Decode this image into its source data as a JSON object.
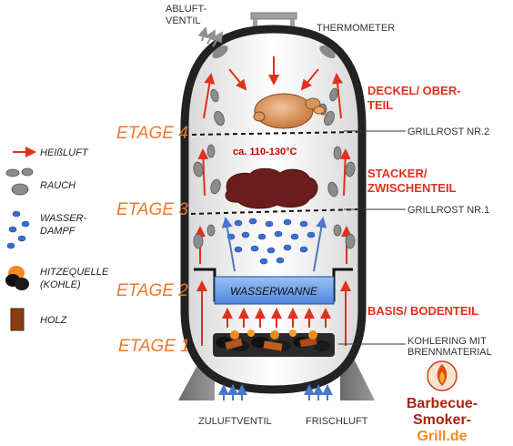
{
  "labels": {
    "abluft_1": "ABLUFT-",
    "abluft_2": "VENTIL",
    "thermometer": "THERMOMETER",
    "deckel_1": "DECKEL/ OBER-",
    "deckel_2": "TEIL",
    "grillrost2": "GRILLROST NR.2",
    "stacker_1": "STACKER/",
    "stacker_2": "ZWISCHENTEIL",
    "grillrost1": "GRILLROST NR.1",
    "basis": "BASIS/ BODENTEIL",
    "kohlering_1": "KOHLERING MIT",
    "kohlering_2": "BRENNMATERIAL",
    "zuluft": "ZULUFTVENTIL",
    "frischluft": "FRISCHLUFT",
    "temperature": "ca. 110-130°C",
    "wasserwanne": "WASSERWANNE"
  },
  "etagen": [
    "ETAGE 4",
    "ETAGE 3",
    "ETAGE 2",
    "ETAGE 1"
  ],
  "legend": {
    "heissluft": "HEIßLUFT",
    "rauch": "RAUCH",
    "wasserdampf_1": "WASSER-",
    "wasserdampf_2": "DAMPF",
    "hitzequelle_1": "HITZEQUELLE",
    "hitzequelle_2": "(KOHLE)",
    "holz": "HOLZ"
  },
  "logo": {
    "line1": "Barbecue-",
    "line2": "Smoker-",
    "line3": "Grill.de"
  },
  "colors": {
    "heat": "#e0301e",
    "etage": "#f0782a",
    "steam": "#3a6fd0",
    "water": "#6b9be8",
    "smoke": "#8c8c8c",
    "meat": "#6b1c1c"
  }
}
